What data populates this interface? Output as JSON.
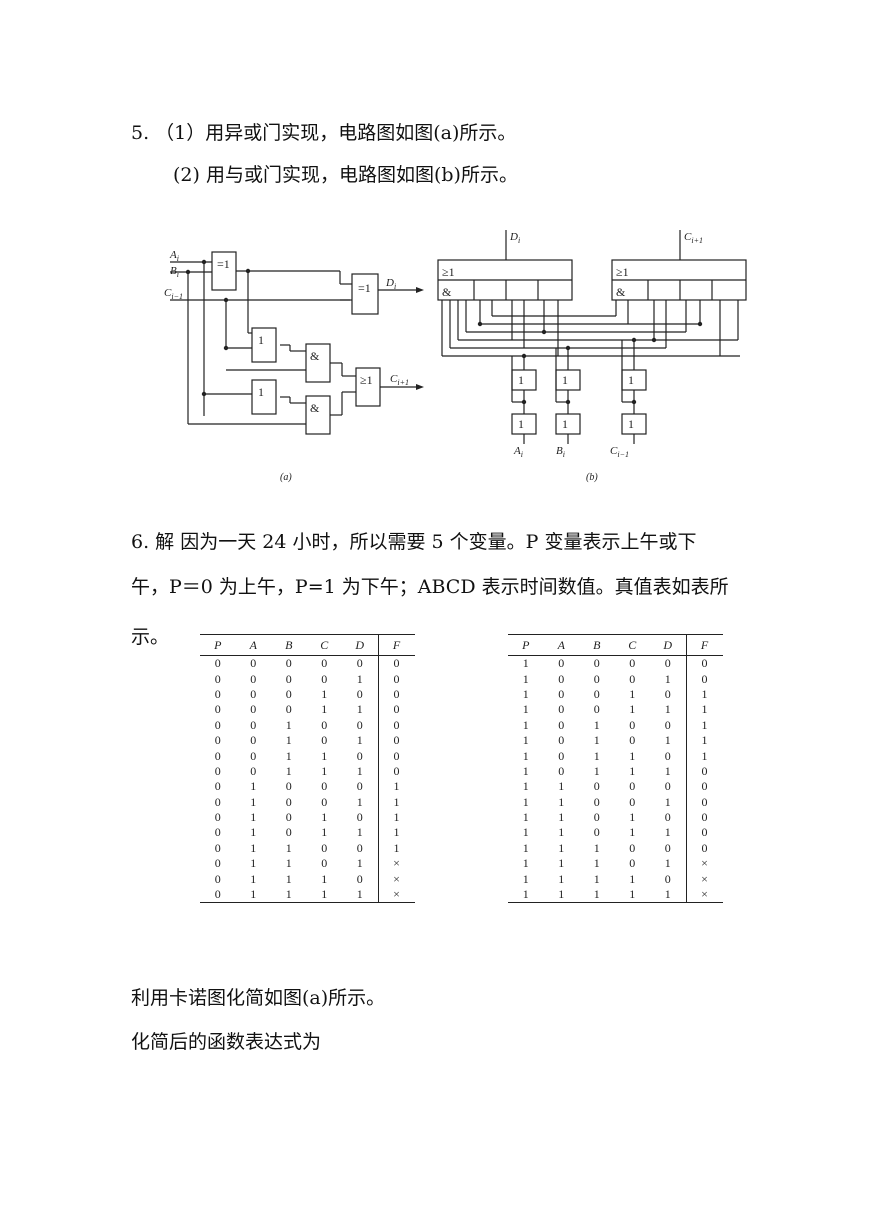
{
  "q5": {
    "line1": "5.  （1）用异或门实现，电路图如图(a)所示。",
    "line2": "(2) 用与或门实现，电路图如图(b)所示。"
  },
  "figure": {
    "a": {
      "caption": "(a)",
      "inputs": [
        "A",
        "B",
        "C"
      ],
      "input_subscripts": [
        "i",
        "i",
        "i−1"
      ],
      "outputs": [
        "D",
        "C"
      ],
      "output_subscripts": [
        "i",
        "i+1"
      ],
      "gates": {
        "xor": "=1",
        "not": "1",
        "and": "&",
        "or": "≥1"
      }
    },
    "b": {
      "caption": "(b)",
      "outputs": [
        "D",
        "C"
      ],
      "output_subscripts": [
        "i",
        "i+1"
      ],
      "inputs": [
        "A",
        "B",
        "C"
      ],
      "input_subscripts": [
        "i",
        "i",
        "i−1"
      ],
      "gates": {
        "and": "&",
        "or": "≥1",
        "buf": "1"
      }
    }
  },
  "q6": {
    "line1": "6. 解   因为一天 24 小时，所以需要 5 个变量。P 变量表示上午或下",
    "line2": "午，P＝0 为上午，P=1 为下午；ABCD 表示时间数值。真值表如表所",
    "line3": "示。"
  },
  "truth_tables": {
    "headers": [
      "P",
      "A",
      "B",
      "C",
      "D",
      "F"
    ],
    "left": [
      [
        "0",
        "0",
        "0",
        "0",
        "0",
        "0"
      ],
      [
        "0",
        "0",
        "0",
        "0",
        "1",
        "0"
      ],
      [
        "0",
        "0",
        "0",
        "1",
        "0",
        "0"
      ],
      [
        "0",
        "0",
        "0",
        "1",
        "1",
        "0"
      ],
      [
        "0",
        "0",
        "1",
        "0",
        "0",
        "0"
      ],
      [
        "0",
        "0",
        "1",
        "0",
        "1",
        "0"
      ],
      [
        "0",
        "0",
        "1",
        "1",
        "0",
        "0"
      ],
      [
        "0",
        "0",
        "1",
        "1",
        "1",
        "0"
      ],
      [
        "0",
        "1",
        "0",
        "0",
        "0",
        "1"
      ],
      [
        "0",
        "1",
        "0",
        "0",
        "1",
        "1"
      ],
      [
        "0",
        "1",
        "0",
        "1",
        "0",
        "1"
      ],
      [
        "0",
        "1",
        "0",
        "1",
        "1",
        "1"
      ],
      [
        "0",
        "1",
        "1",
        "0",
        "0",
        "1"
      ],
      [
        "0",
        "1",
        "1",
        "0",
        "1",
        "×"
      ],
      [
        "0",
        "1",
        "1",
        "1",
        "0",
        "×"
      ],
      [
        "0",
        "1",
        "1",
        "1",
        "1",
        "×"
      ]
    ],
    "right": [
      [
        "1",
        "0",
        "0",
        "0",
        "0",
        "0"
      ],
      [
        "1",
        "0",
        "0",
        "0",
        "1",
        "0"
      ],
      [
        "1",
        "0",
        "0",
        "1",
        "0",
        "1"
      ],
      [
        "1",
        "0",
        "0",
        "1",
        "1",
        "1"
      ],
      [
        "1",
        "0",
        "1",
        "0",
        "0",
        "1"
      ],
      [
        "1",
        "0",
        "1",
        "0",
        "1",
        "1"
      ],
      [
        "1",
        "0",
        "1",
        "1",
        "0",
        "1"
      ],
      [
        "1",
        "0",
        "1",
        "1",
        "1",
        "0"
      ],
      [
        "1",
        "1",
        "0",
        "0",
        "0",
        "0"
      ],
      [
        "1",
        "1",
        "0",
        "0",
        "1",
        "0"
      ],
      [
        "1",
        "1",
        "0",
        "1",
        "0",
        "0"
      ],
      [
        "1",
        "1",
        "0",
        "1",
        "1",
        "0"
      ],
      [
        "1",
        "1",
        "1",
        "0",
        "0",
        "0"
      ],
      [
        "1",
        "1",
        "1",
        "0",
        "1",
        "×"
      ],
      [
        "1",
        "1",
        "1",
        "1",
        "0",
        "×"
      ],
      [
        "1",
        "1",
        "1",
        "1",
        "1",
        "×"
      ]
    ]
  },
  "after": {
    "line1": "利用卡诺图化简如图(a)所示。",
    "line2": "化简后的函数表达式为"
  }
}
